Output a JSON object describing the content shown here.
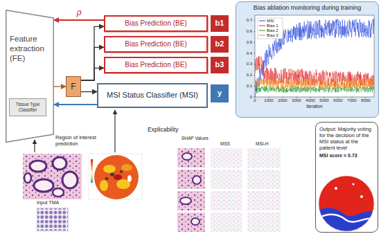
{
  "diagram": {
    "nodes": [
      {
        "text": [
          "Feature extraction (FE)"
        ]
      },
      {
        "text": [
          "Tissue Type Classifier"
        ],
        "in": 0
      },
      {
        "text": [
          "F"
        ]
      },
      {
        "text": [
          "Bias Prediction (BE)"
        ]
      },
      {
        "text": [
          "b1"
        ]
      },
      {
        "text": [
          "Bias Prediction (BE)"
        ]
      },
      {
        "text": [
          "b2"
        ]
      },
      {
        "text": [
          "Bias Prediction (BE)"
        ]
      },
      {
        "text": [
          "b3"
        ]
      },
      {
        "text": [
          "MSI Status Classifier (MSI)"
        ]
      },
      {
        "text": [
          "y"
        ]
      },
      {
        "text": [
          "Bias ablation monitoring during training"
        ]
      },
      {
        "text": [
          "Output: Majority voting for the decision of the MSI status at the patient level",
          "MSI score = 0.73"
        ]
      }
    ],
    "edges": [
      {
        "from": 0,
        "to": 2,
        "arrow": "to"
      },
      {
        "from": 2,
        "to": 3,
        "arrow": "to"
      },
      {
        "from": 2,
        "to": 5,
        "arrow": "to"
      },
      {
        "from": 2,
        "to": 7,
        "arrow": "to"
      },
      {
        "from": 2,
        "to": 9,
        "arrow": "to"
      },
      {
        "from": 3,
        "to": 0,
        "label": "ρ",
        "arrow": "to"
      },
      {
        "from": 9,
        "to": 0,
        "arrow": "to"
      }
    ],
    "labels": [
      "Region of interest prediction",
      "Input TMA",
      "Explicability",
      "SHAP Values",
      "MSS",
      "MSI-H",
      "0",
      "0.1",
      "0.2",
      "0.3",
      "0.4",
      "0.5",
      "0.6",
      "0.7",
      "0",
      "1000",
      "2000",
      "3000",
      "4000",
      "5000",
      "6000",
      "7000",
      "8000",
      "Iteration"
    ],
    "legend": [
      {
        "text": "MSI"
      },
      {
        "text": "Bias 1"
      },
      {
        "text": "Bias 2"
      },
      {
        "text": "Bias 3"
      }
    ]
  }
}
